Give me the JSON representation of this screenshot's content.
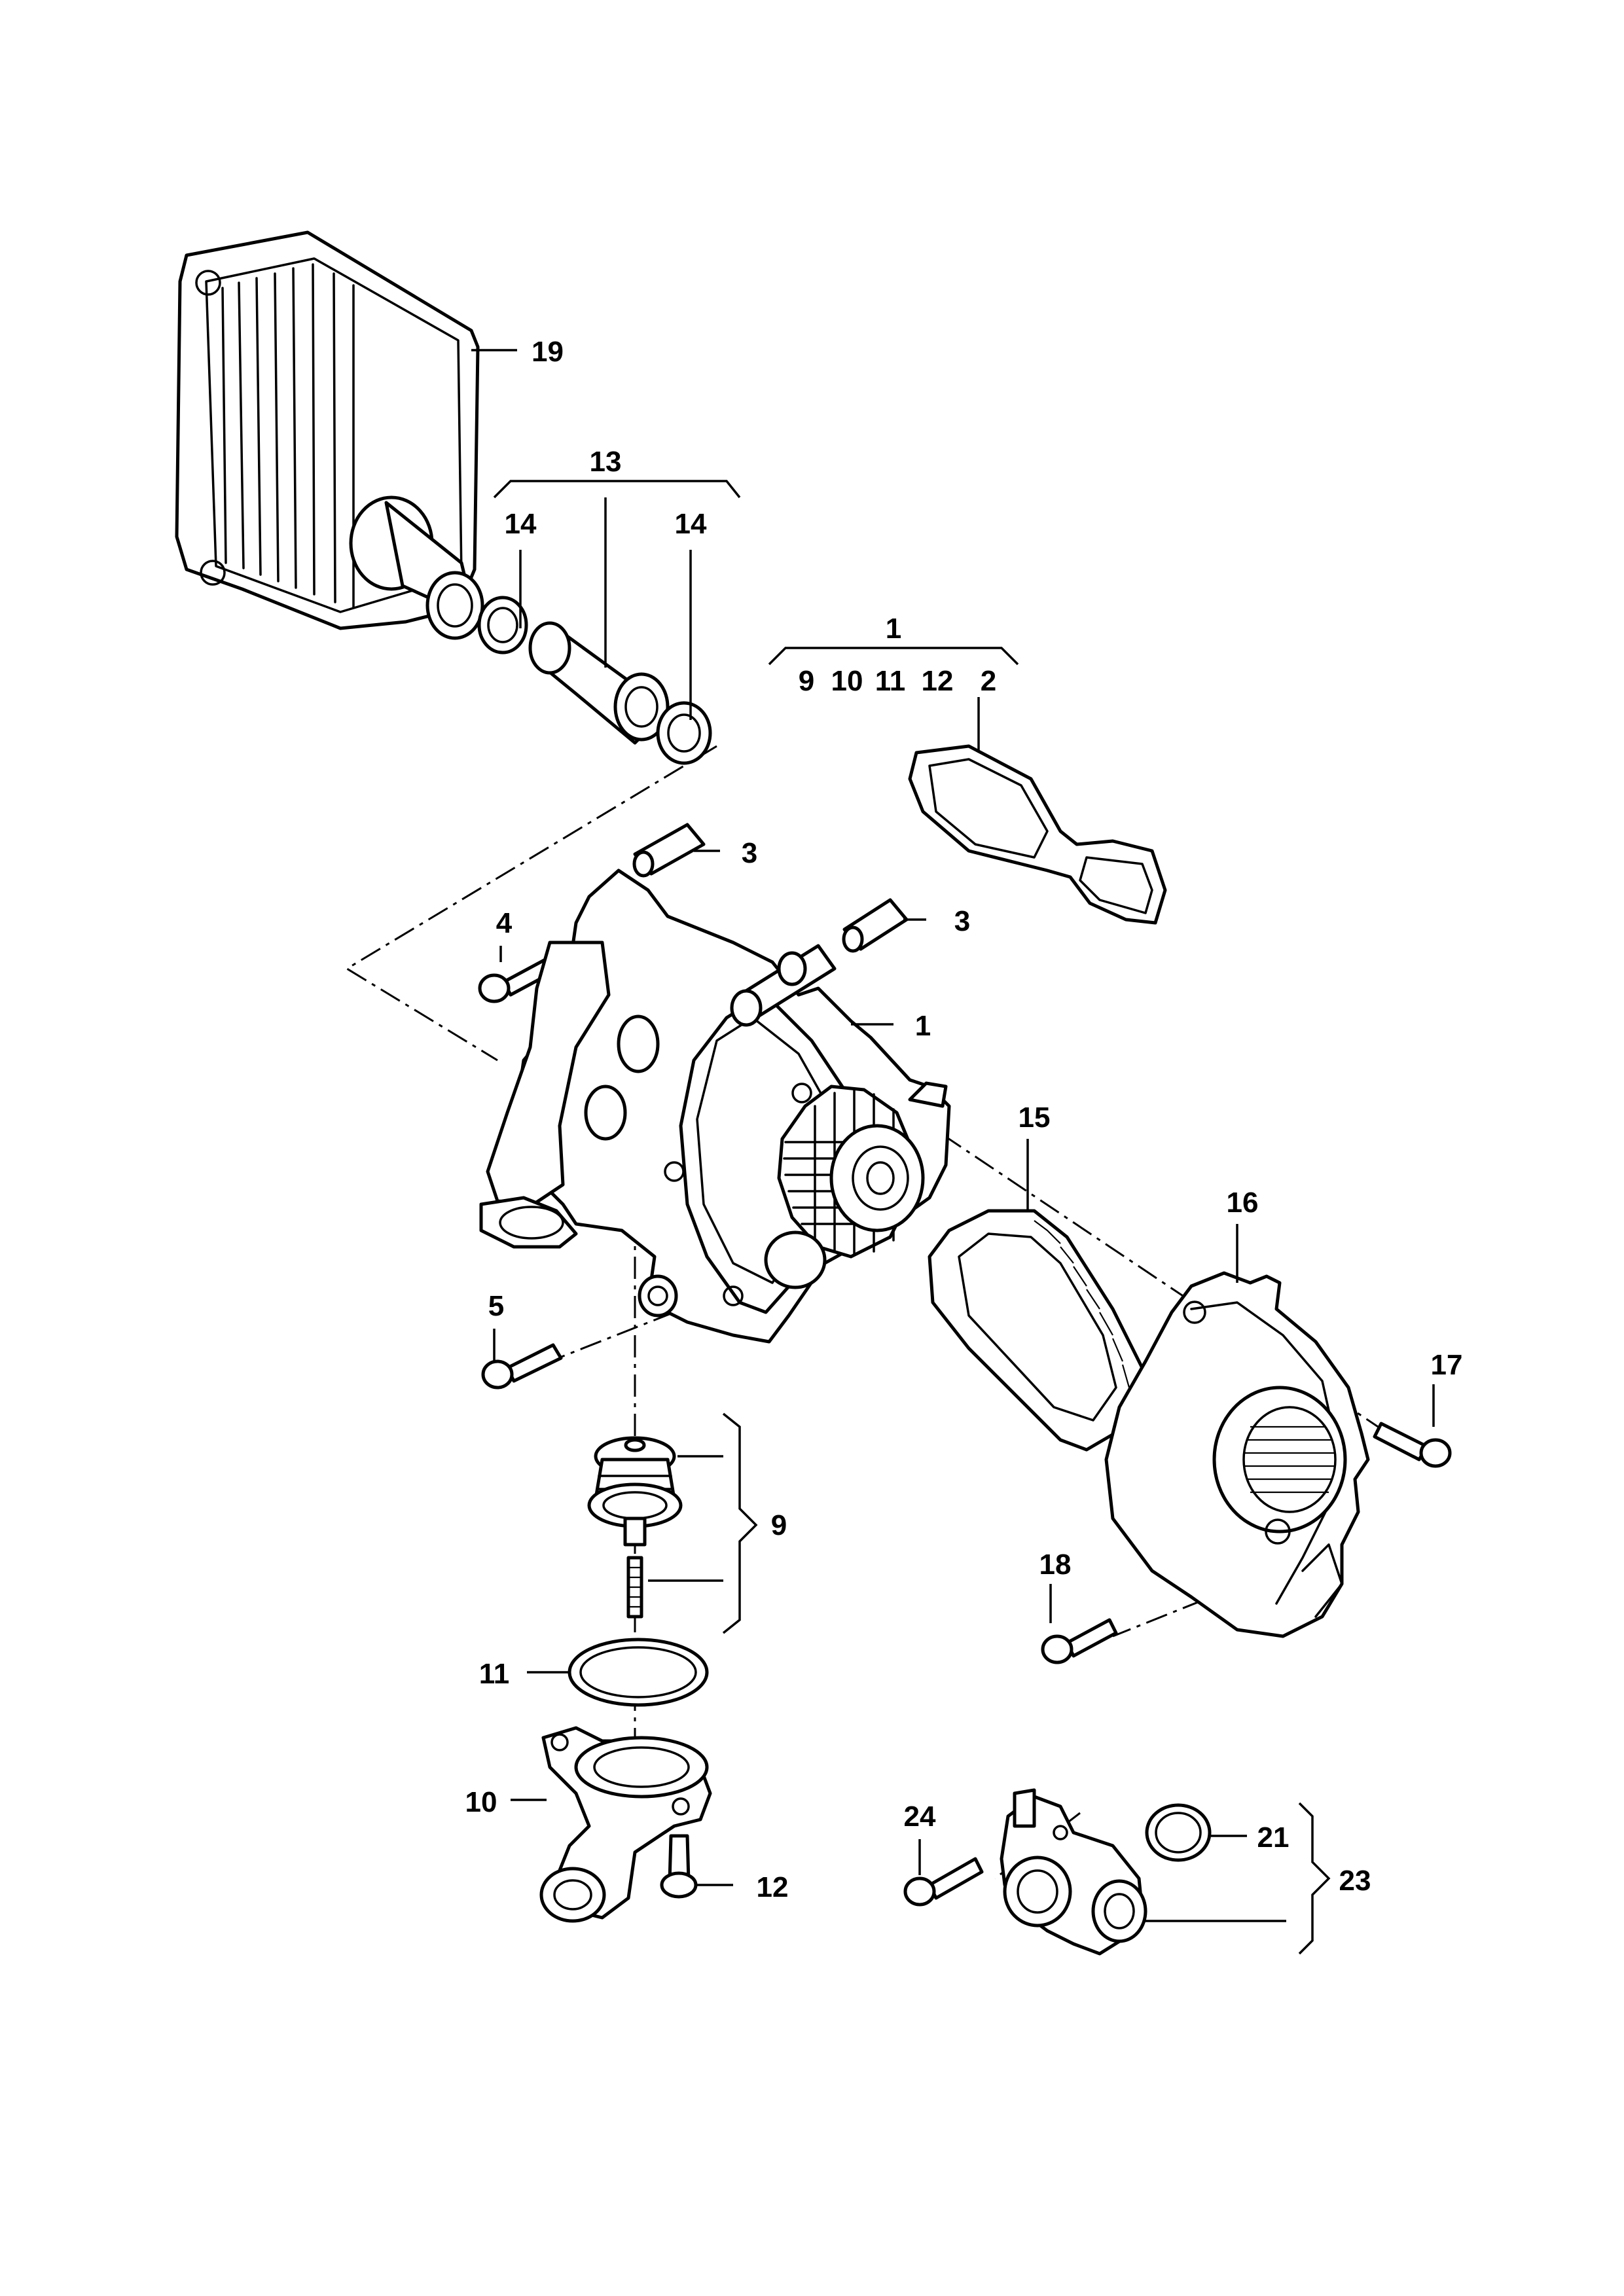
{
  "callouts": {
    "n19": "19",
    "n13": "13",
    "n14a": "14",
    "n14b": "14",
    "n1_top": "1",
    "n9_top": "9",
    "n10_top": "10",
    "n11_top": "11",
    "n12_top": "12",
    "n2": "2",
    "n3a": "3",
    "n3b": "3",
    "n4": "4",
    "n1": "1",
    "n15": "15",
    "n16": "16",
    "n5": "5",
    "n17": "17",
    "n9": "9",
    "n18": "18",
    "n11": "11",
    "n10": "10",
    "n12": "12",
    "n24": "24",
    "n21": "21",
    "n23": "23"
  },
  "style": {
    "line_color": "#000000",
    "background": "#ffffff"
  }
}
